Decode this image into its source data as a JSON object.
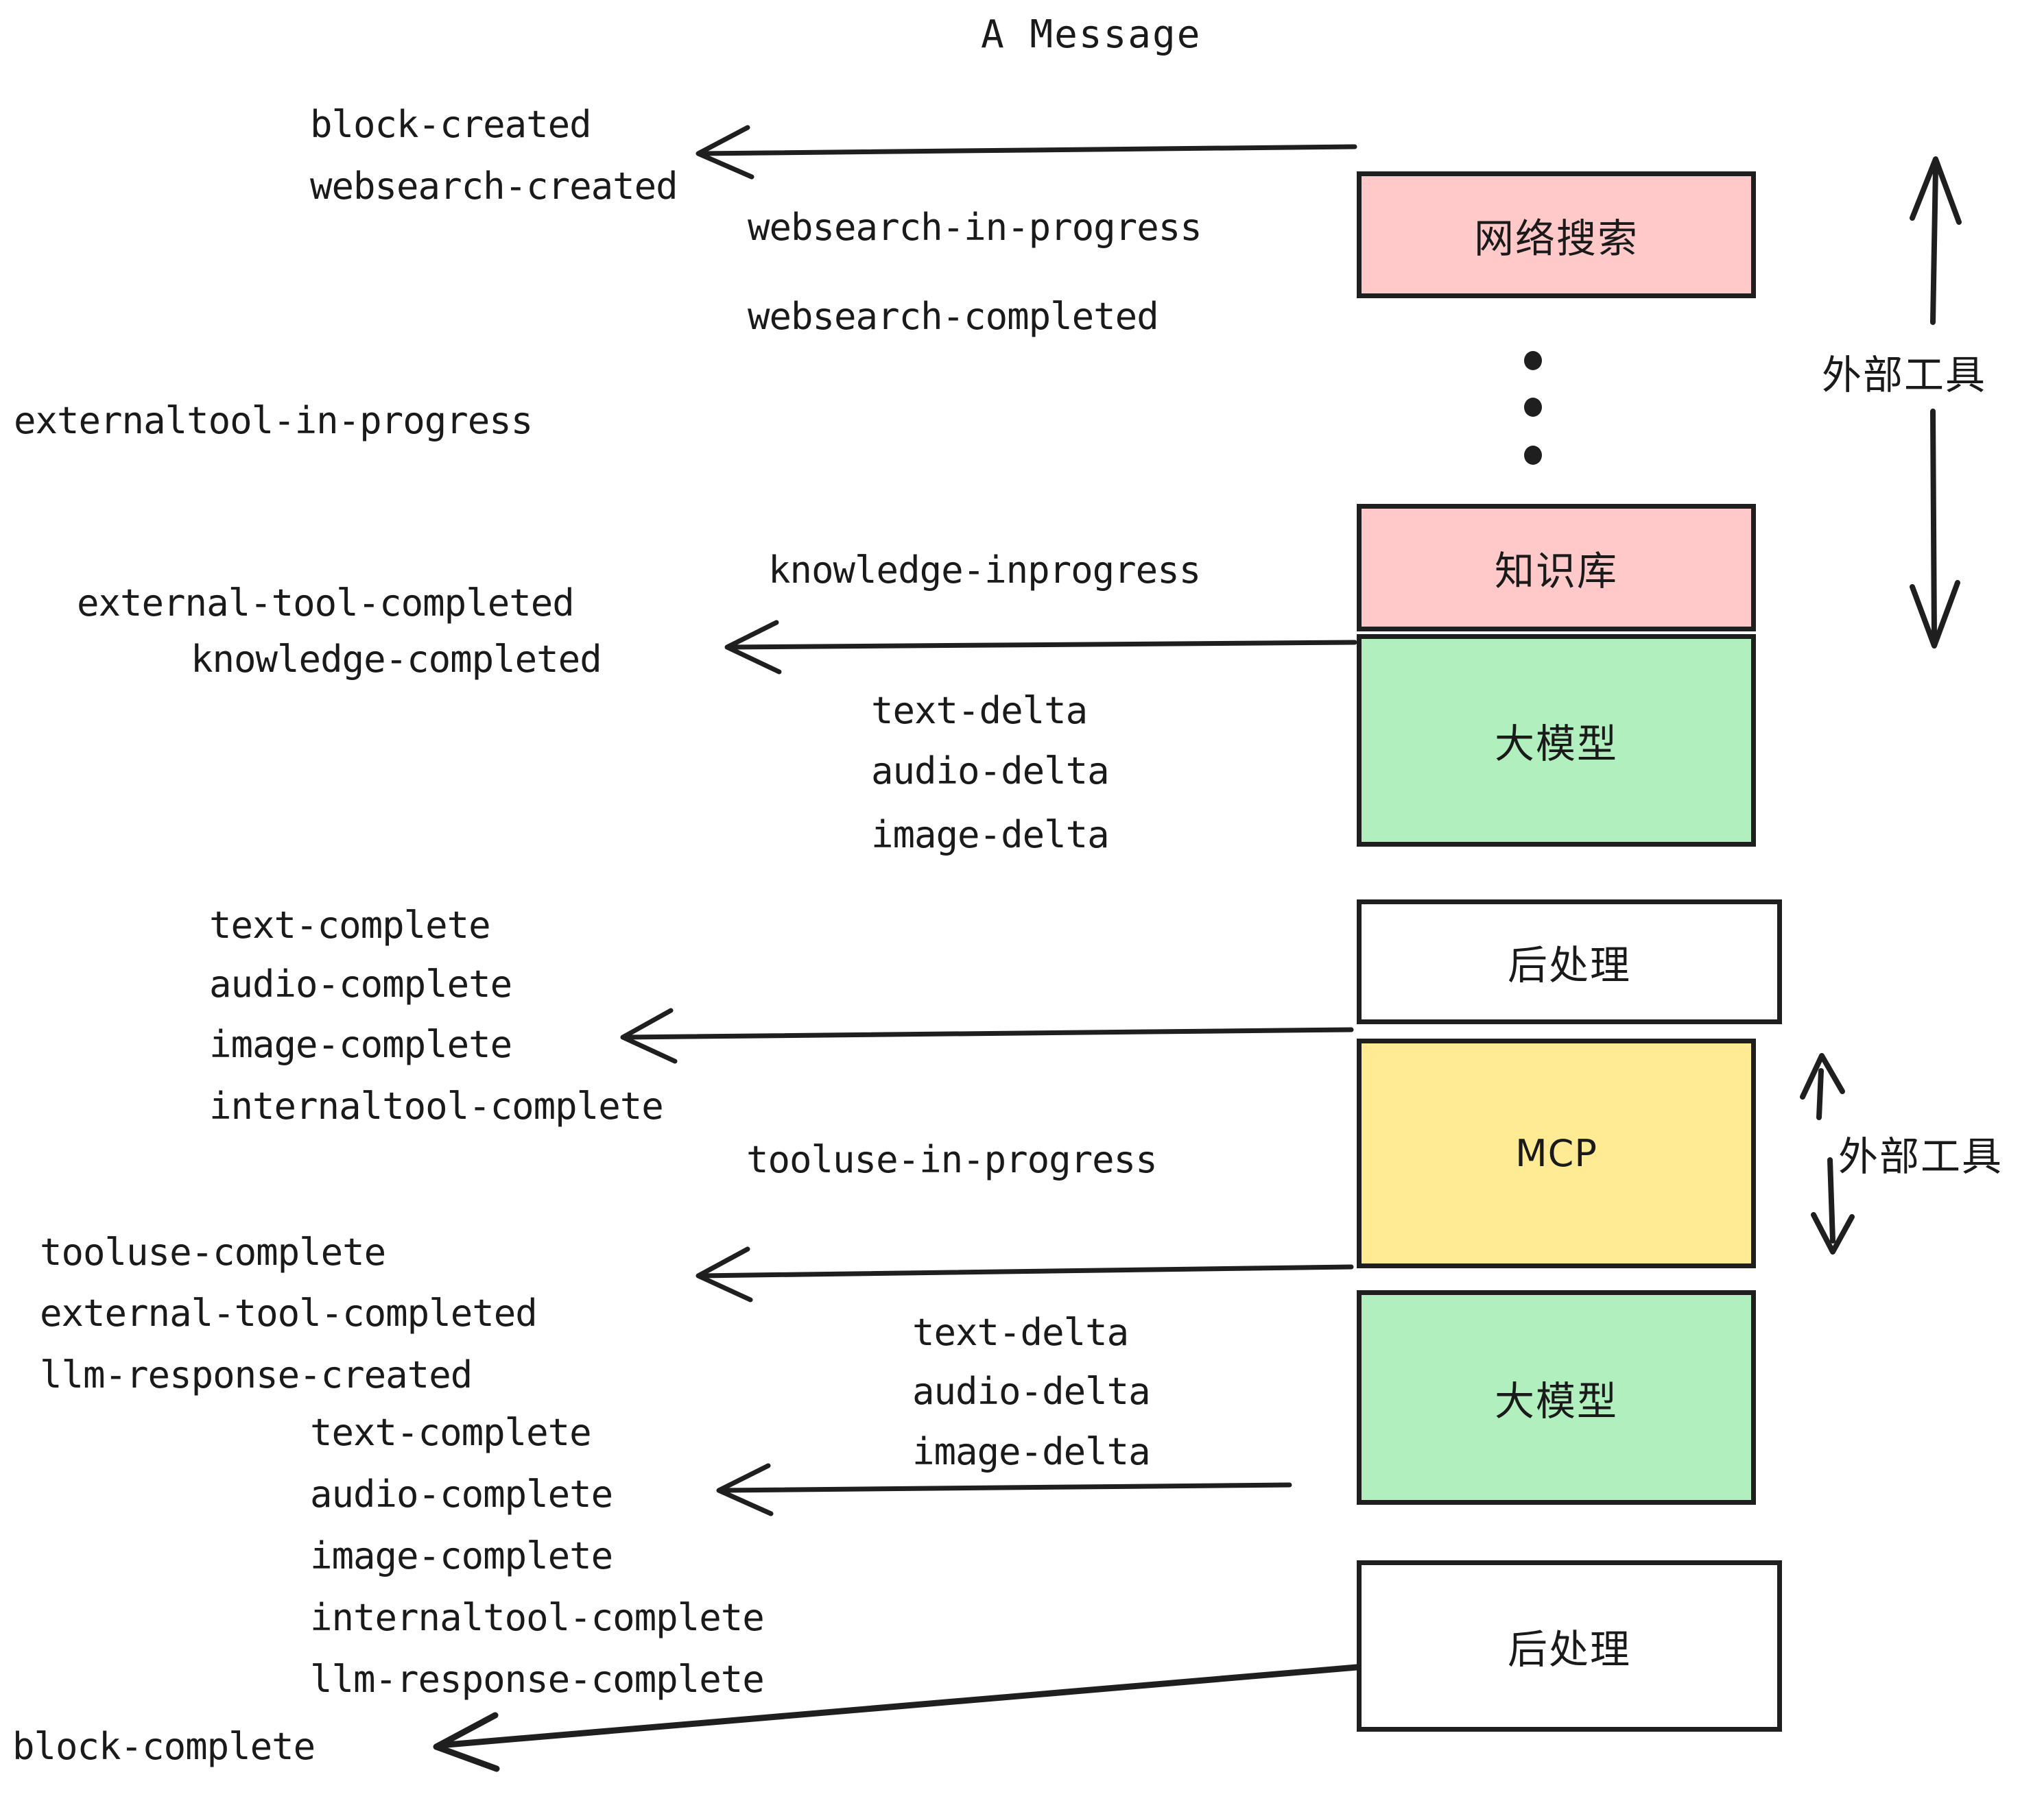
{
  "diagram": {
    "title": "A Message",
    "colors": {
      "pink": "#FFC9C9",
      "green": "#B2EFBE",
      "yellow": "#FFEB93",
      "white": "#FFFFFF",
      "stroke": "#1F1F1F",
      "text": "#1A1A1A"
    },
    "boxes": [
      {
        "id": "websearch",
        "label": "网络搜索",
        "fill": "#FFC9C9"
      },
      {
        "id": "knowledge",
        "label": "知识库",
        "fill": "#FFC9C9"
      },
      {
        "id": "llm-1",
        "label": "大模型",
        "fill": "#B2EFBE"
      },
      {
        "id": "postprocess-1",
        "label": "后处理",
        "fill": "#FFFFFF"
      },
      {
        "id": "mcp",
        "label": "MCP",
        "fill": "#FFEB93"
      },
      {
        "id": "llm-2",
        "label": "大模型",
        "fill": "#B2EFBE"
      },
      {
        "id": "postprocess-2",
        "label": "后处理",
        "fill": "#FFFFFF"
      }
    ],
    "side_labels": [
      {
        "id": "external-tools-top",
        "label": "外部工具"
      },
      {
        "id": "external-tools-bottom",
        "label": "外部工具"
      }
    ],
    "events": {
      "block_created": "block-created",
      "websearch_created": "websearch-created",
      "websearch_in_progress": "websearch-in-progress",
      "websearch_completed": "websearch-completed",
      "externaltool_in_progress": "externaltool-in-progress",
      "knowledge_inprogress": "knowledge-inprogress",
      "external_tool_completed_1": "external-tool-completed",
      "knowledge_completed": "knowledge-completed",
      "text_delta_1": "text-delta",
      "audio_delta_1": "audio-delta",
      "image_delta_1": "image-delta",
      "text_complete_1": "text-complete",
      "audio_complete_1": "audio-complete",
      "image_complete_1": "image-complete",
      "internaltool_complete_1": "internaltool-complete",
      "tooluse_in_progress": "tooluse-in-progress",
      "tooluse_complete": "tooluse-complete",
      "external_tool_completed_2": "external-tool-completed",
      "llm_response_created": "llm-response-created",
      "text_delta_2": "text-delta",
      "audio_delta_2": "audio-delta",
      "image_delta_2": "image-delta",
      "text_complete_2": "text-complete",
      "audio_complete_2": "audio-complete",
      "image_complete_2": "image-complete",
      "internaltool_complete_2": "internaltool-complete",
      "llm_response_complete": "llm-response-complete",
      "block_complete": "block-complete"
    }
  }
}
